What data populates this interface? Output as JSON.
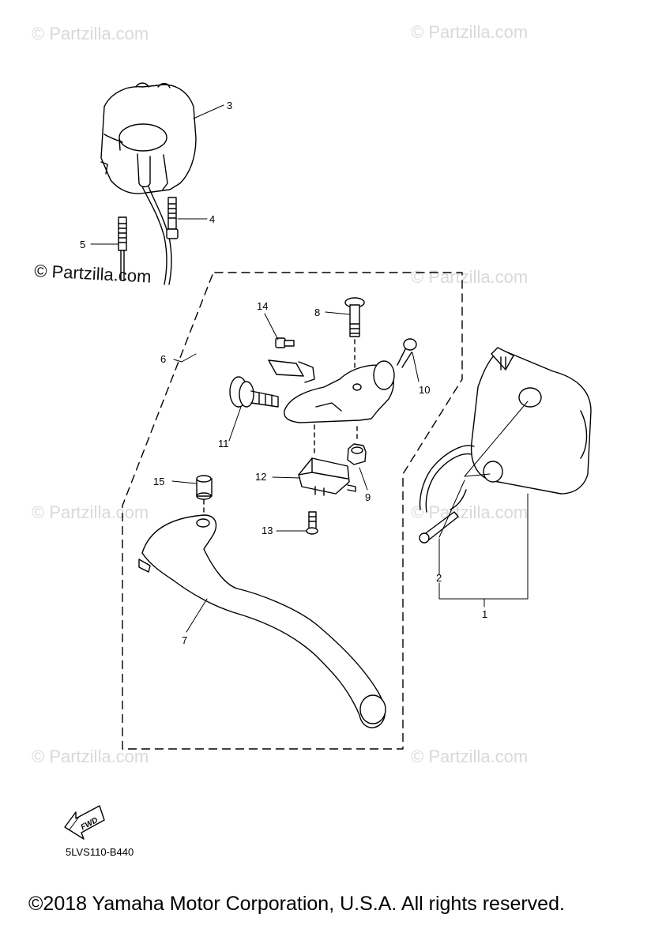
{
  "watermarks": {
    "brand": "© Partzilla.com",
    "overlay": "© Partzilla.com"
  },
  "callouts": [
    "1",
    "2",
    "3",
    "4",
    "5",
    "6",
    "7",
    "8",
    "9",
    "10",
    "11",
    "12",
    "13",
    "14",
    "15"
  ],
  "direction_badge": "FWD",
  "reference_code": "5LVS110-B440",
  "copyright": "©2018 Yamaha Motor Corporation, U.S.A. All rights reserved."
}
